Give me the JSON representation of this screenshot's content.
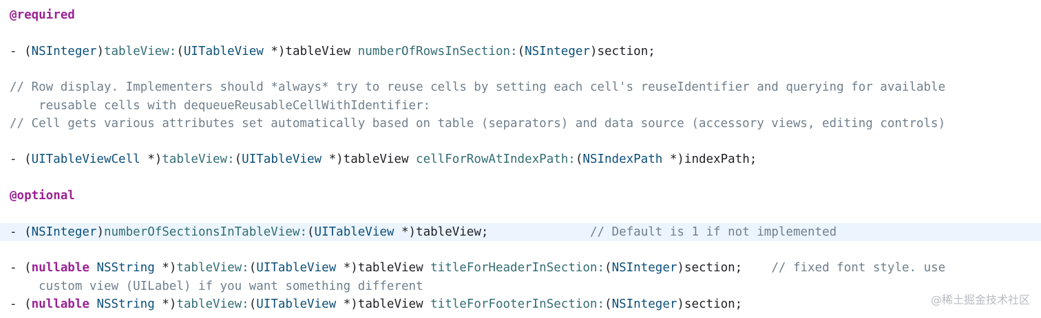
{
  "lines": [
    {
      "highlight": false,
      "tokens": [
        {
          "cls": "kw",
          "text": "@required"
        }
      ]
    },
    {
      "highlight": false,
      "tokens": []
    },
    {
      "highlight": false,
      "tokens": [
        {
          "cls": "plain",
          "text": "- ("
        },
        {
          "cls": "type",
          "text": "NSInteger"
        },
        {
          "cls": "plain",
          "text": ")"
        },
        {
          "cls": "method",
          "text": "tableView:"
        },
        {
          "cls": "plain",
          "text": "("
        },
        {
          "cls": "type",
          "text": "UITableView"
        },
        {
          "cls": "plain",
          "text": " *)tableView "
        },
        {
          "cls": "method",
          "text": "numberOfRowsInSection:"
        },
        {
          "cls": "plain",
          "text": "("
        },
        {
          "cls": "type",
          "text": "NSInteger"
        },
        {
          "cls": "plain",
          "text": ")section;"
        }
      ]
    },
    {
      "highlight": false,
      "tokens": []
    },
    {
      "highlight": false,
      "tokens": [
        {
          "cls": "com",
          "text": "// Row display. Implementers should *always* try to reuse cells by setting each cell's reuseIdentifier and querying for available"
        }
      ]
    },
    {
      "highlight": false,
      "tokens": [
        {
          "cls": "com",
          "text": "    reusable cells with dequeueReusableCellWithIdentifier:"
        }
      ]
    },
    {
      "highlight": false,
      "tokens": [
        {
          "cls": "com",
          "text": "// Cell gets various attributes set automatically based on table (separators) and data source (accessory views, editing controls)"
        }
      ]
    },
    {
      "highlight": false,
      "tokens": []
    },
    {
      "highlight": false,
      "tokens": [
        {
          "cls": "plain",
          "text": "- ("
        },
        {
          "cls": "type",
          "text": "UITableViewCell"
        },
        {
          "cls": "plain",
          "text": " *)"
        },
        {
          "cls": "method",
          "text": "tableView:"
        },
        {
          "cls": "plain",
          "text": "("
        },
        {
          "cls": "type",
          "text": "UITableView"
        },
        {
          "cls": "plain",
          "text": " *)tableView "
        },
        {
          "cls": "method",
          "text": "cellForRowAtIndexPath:"
        },
        {
          "cls": "plain",
          "text": "("
        },
        {
          "cls": "type",
          "text": "NSIndexPath"
        },
        {
          "cls": "plain",
          "text": " *)indexPath;"
        }
      ]
    },
    {
      "highlight": false,
      "tokens": []
    },
    {
      "highlight": false,
      "tokens": [
        {
          "cls": "kw",
          "text": "@optional"
        }
      ]
    },
    {
      "highlight": false,
      "tokens": []
    },
    {
      "highlight": true,
      "tokens": [
        {
          "cls": "plain",
          "text": "- ("
        },
        {
          "cls": "type",
          "text": "NSInteger"
        },
        {
          "cls": "plain",
          "text": ")"
        },
        {
          "cls": "method",
          "text": "numberOfSectionsInTableView:"
        },
        {
          "cls": "plain",
          "text": "("
        },
        {
          "cls": "type",
          "text": "UITableView"
        },
        {
          "cls": "plain",
          "text": " *)tableView;              "
        },
        {
          "cls": "com",
          "text": "// Default is 1 if not implemented"
        }
      ]
    },
    {
      "highlight": false,
      "tokens": []
    },
    {
      "highlight": false,
      "tokens": [
        {
          "cls": "plain",
          "text": "- ("
        },
        {
          "cls": "kw",
          "text": "nullable"
        },
        {
          "cls": "plain",
          "text": " "
        },
        {
          "cls": "type",
          "text": "NSString"
        },
        {
          "cls": "plain",
          "text": " *)"
        },
        {
          "cls": "method",
          "text": "tableView:"
        },
        {
          "cls": "plain",
          "text": "("
        },
        {
          "cls": "type",
          "text": "UITableView"
        },
        {
          "cls": "plain",
          "text": " *)tableView "
        },
        {
          "cls": "method",
          "text": "titleForHeaderInSection:"
        },
        {
          "cls": "plain",
          "text": "("
        },
        {
          "cls": "type",
          "text": "NSInteger"
        },
        {
          "cls": "plain",
          "text": ")section;    "
        },
        {
          "cls": "com",
          "text": "// fixed font style. use"
        }
      ]
    },
    {
      "highlight": false,
      "tokens": [
        {
          "cls": "com",
          "text": "    custom view (UILabel) if you want something different"
        }
      ]
    },
    {
      "highlight": false,
      "tokens": [
        {
          "cls": "plain",
          "text": "- ("
        },
        {
          "cls": "kw",
          "text": "nullable"
        },
        {
          "cls": "plain",
          "text": " "
        },
        {
          "cls": "type",
          "text": "NSString"
        },
        {
          "cls": "plain",
          "text": " *)"
        },
        {
          "cls": "method",
          "text": "tableView:"
        },
        {
          "cls": "plain",
          "text": "("
        },
        {
          "cls": "type",
          "text": "UITableView"
        },
        {
          "cls": "plain",
          "text": " *)tableView "
        },
        {
          "cls": "method",
          "text": "titleForFooterInSection:"
        },
        {
          "cls": "plain",
          "text": "("
        },
        {
          "cls": "type",
          "text": "NSInteger"
        },
        {
          "cls": "plain",
          "text": ")section;"
        }
      ]
    }
  ],
  "watermark": "@稀土掘金技术社区",
  "colors": {
    "keyword": "#9b2393",
    "type": "#0b4f79",
    "method": "#326d74",
    "comment": "#707f8c",
    "plain": "#1f1f24",
    "highlight": "#ecf5fe"
  }
}
